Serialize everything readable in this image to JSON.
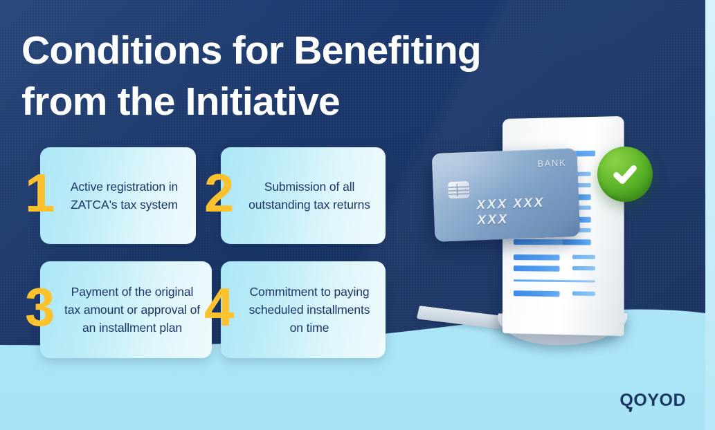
{
  "header": {
    "title_line1": "Conditions for Benefiting",
    "title_line2": "from the Initiative"
  },
  "conditions": [
    {
      "number": "1",
      "text": "Active registration in ZATCA's tax system"
    },
    {
      "number": "2",
      "text": "Submission of all outstanding tax returns"
    },
    {
      "number": "3",
      "text": "Payment of the original tax amount or approval of an installment plan"
    },
    {
      "number": "4",
      "text": "Commitment to paying scheduled installments on time"
    }
  ],
  "illustration": {
    "card_bank_label": "BANK",
    "card_number": "XXX XXX XXX",
    "check_icon": "green-check-circle-icon",
    "receipt_icon": "receipt-document-icon",
    "credit_card_icon": "credit-card-icon"
  },
  "brand": {
    "logo_text": "QOYOD",
    "logo_q": "Q",
    "logo_rest": "OYOD"
  },
  "colors": {
    "navy": "#1B3665",
    "cyan": "#AEE8F7",
    "yellow": "#FBC22E",
    "green": "#6FC132",
    "card_blue": "#7FA0C5"
  }
}
